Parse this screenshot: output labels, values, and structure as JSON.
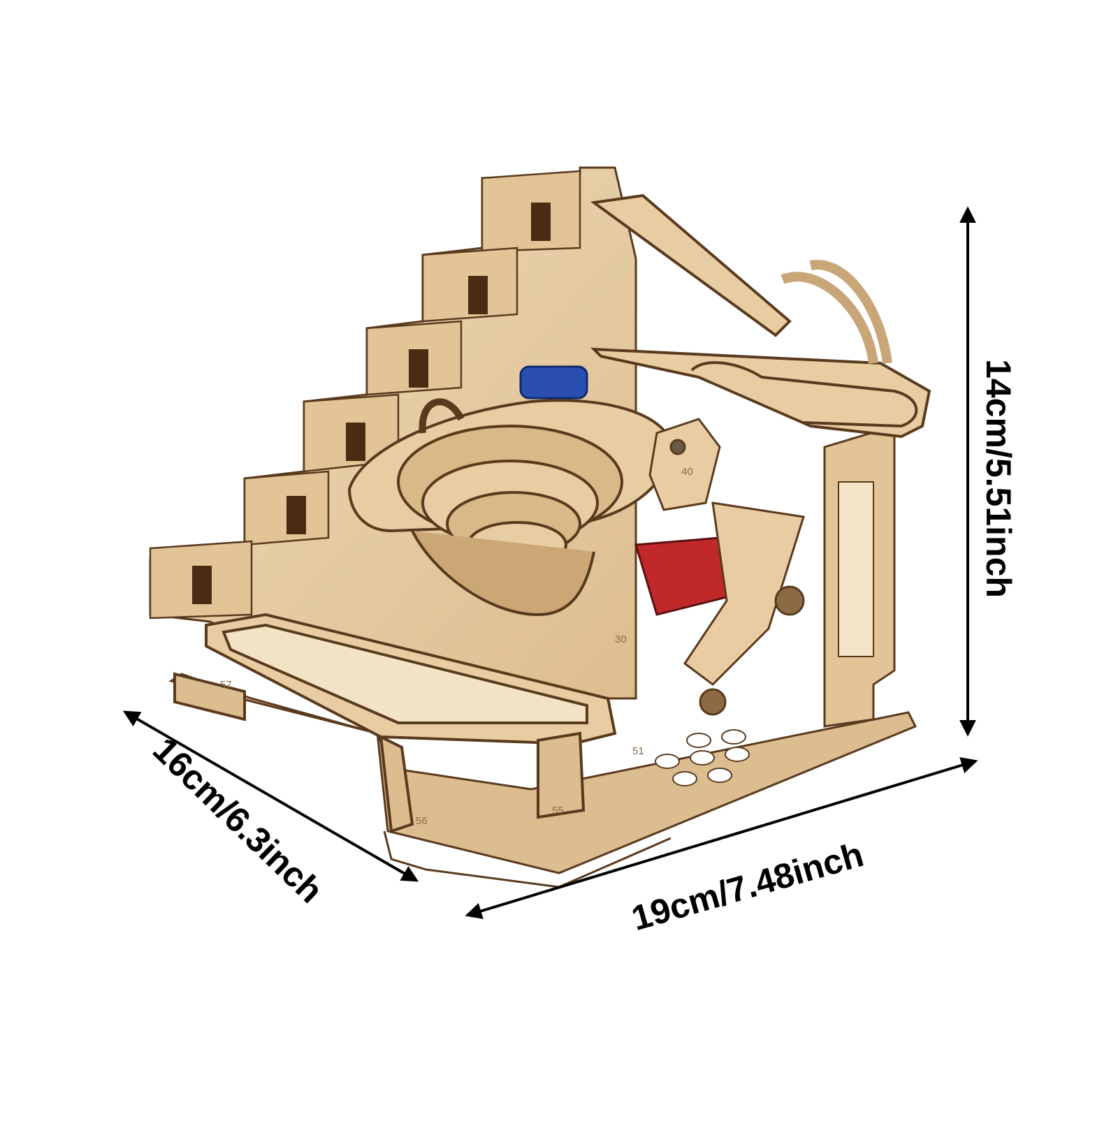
{
  "product": {
    "dimensions": {
      "height": "14cm/5.51inch",
      "depth": "16cm/6.3inch",
      "width": "19cm/7.48inch"
    },
    "engraved_numbers": [
      "40",
      "30",
      "51",
      "55",
      "56",
      "57"
    ],
    "colors": {
      "wood": "#e8cda3",
      "wood_dark": "#b48a5c",
      "edge": "#5a3a1e",
      "motor_blue": "#2a4fb0",
      "motor_yellow": "#f2c81e",
      "battery_red": "#c0282a",
      "arrow": "#000000"
    }
  }
}
